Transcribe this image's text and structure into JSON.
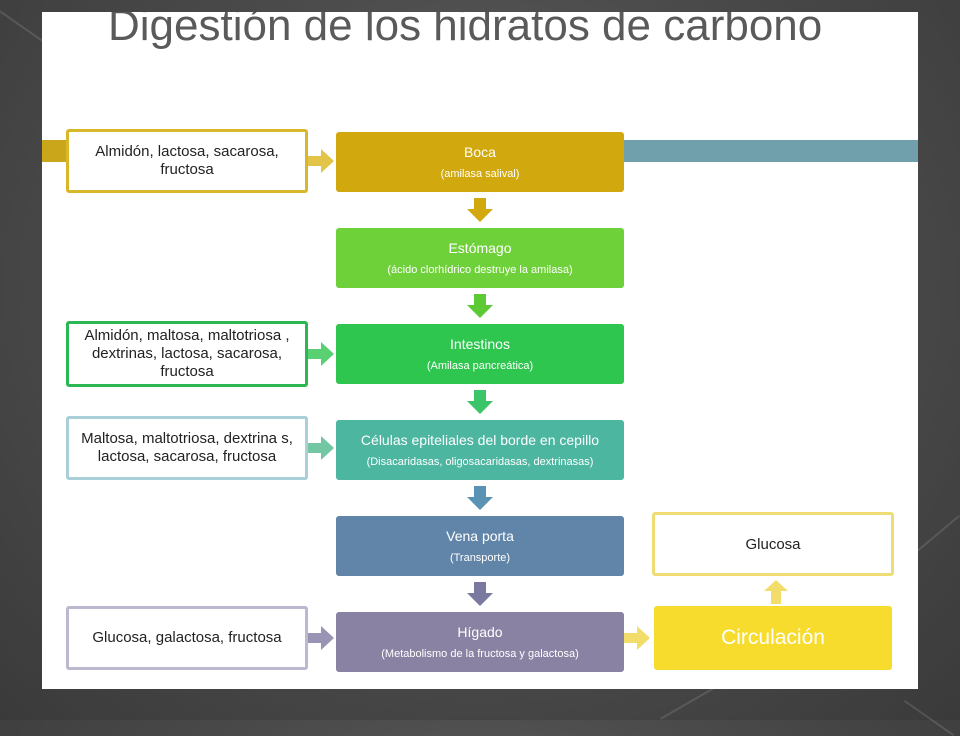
{
  "title": "Digestión de los hidratos de carbono",
  "stages": [
    {
      "name": "Boca",
      "sub": "(amilasa salival)",
      "color": "#d1a90f"
    },
    {
      "name": "Estómago",
      "sub": "(ácido clorhídrico destruye la amilasa)",
      "color": "#6fd13a"
    },
    {
      "name": "Intestinos",
      "sub": "(Amilasa pancreática)",
      "color": "#2ec64f"
    },
    {
      "name": "Células epiteliales del borde en cepillo",
      "sub": "(Disacaridasas, oligosacaridasas, dextrinasas)",
      "color": "#4cb6a0"
    },
    {
      "name": "Vena porta",
      "sub": "(Transporte)",
      "color": "#6185a8"
    },
    {
      "name": "Hígado",
      "sub": "(Metabolismo de la fructosa y galactosa)",
      "color": "#8a82a3"
    }
  ],
  "inputs": [
    {
      "text": "Almidón, lactosa, sacarosa, fructosa",
      "color": "#d9b72a"
    },
    {
      "text": "Almidón,  maltosa, maltotriosa , dextrinas, lactosa, sacarosa, fructosa",
      "color": "#2cb755"
    },
    {
      "text": "Maltosa, maltotriosa, dextrina s, lactosa, sacarosa, fructosa",
      "color": "#a9d0d8"
    },
    {
      "text": "Glucosa, galactosa, fructosa",
      "color": "#bdb7cf"
    }
  ],
  "outputs": {
    "circulacion": "Circulación",
    "glucosa": "Glucosa"
  },
  "colors": {
    "band_left": "#c9a61a",
    "band_right": "#6fa0ac",
    "arrow_circ": "#f3dd6a",
    "arrow_glucosa": "#f3dd6a"
  }
}
